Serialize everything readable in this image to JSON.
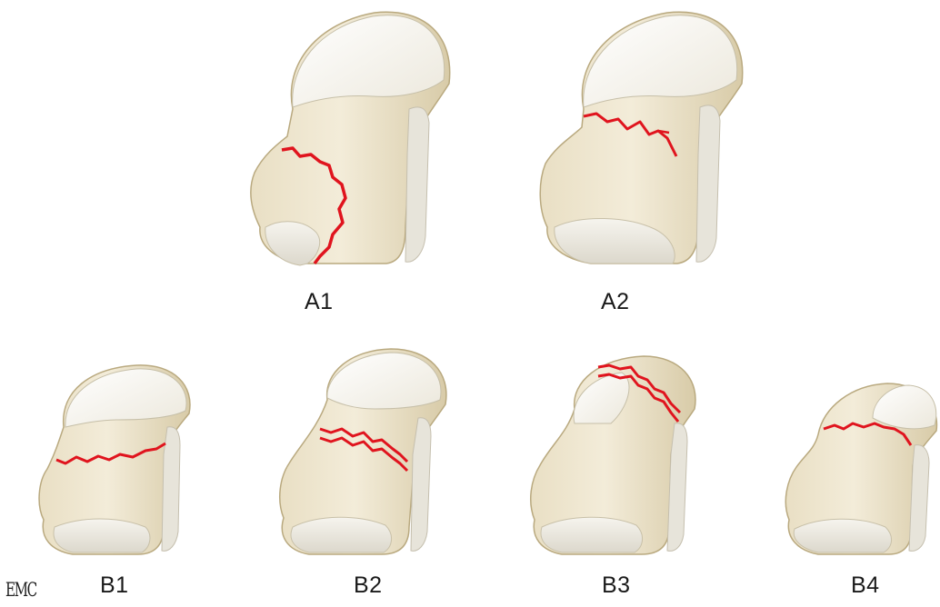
{
  "figure": {
    "labels": {
      "a1": "A1",
      "a2": "A2",
      "b1": "B1",
      "b2": "B2",
      "b3": "B3",
      "b4": "B4"
    },
    "logo": "EMC"
  },
  "colors": {
    "bone_fill": "#efe6cf",
    "bone_shadow": "#c9ba95",
    "cartilage": "#fbfaf5",
    "fracture_line": "#e0141e"
  }
}
